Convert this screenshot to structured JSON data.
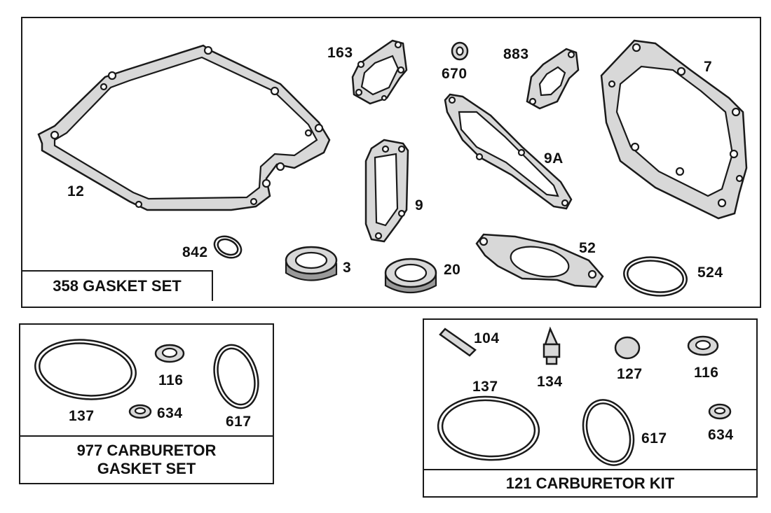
{
  "panels": {
    "gasket_set": {
      "title": "358 GASKET SET"
    },
    "carb_gasket_set": {
      "title_line1": "977 CARBURETOR",
      "title_line2": "GASKET SET"
    },
    "carb_kit": {
      "title": "121 CARBURETOR KIT"
    }
  },
  "labels": {
    "p12": "12",
    "p163": "163",
    "p670": "670",
    "p883": "883",
    "p7": "7",
    "p9a": "9A",
    "p9": "9",
    "p842": "842",
    "p3": "3",
    "p20": "20",
    "p52": "52",
    "p524": "524",
    "c137": "137",
    "c116": "116",
    "c634": "634",
    "c617": "617",
    "k104": "104",
    "k134": "134",
    "k127": "127",
    "k116": "116",
    "k137": "137",
    "k617": "617",
    "k634": "634"
  }
}
